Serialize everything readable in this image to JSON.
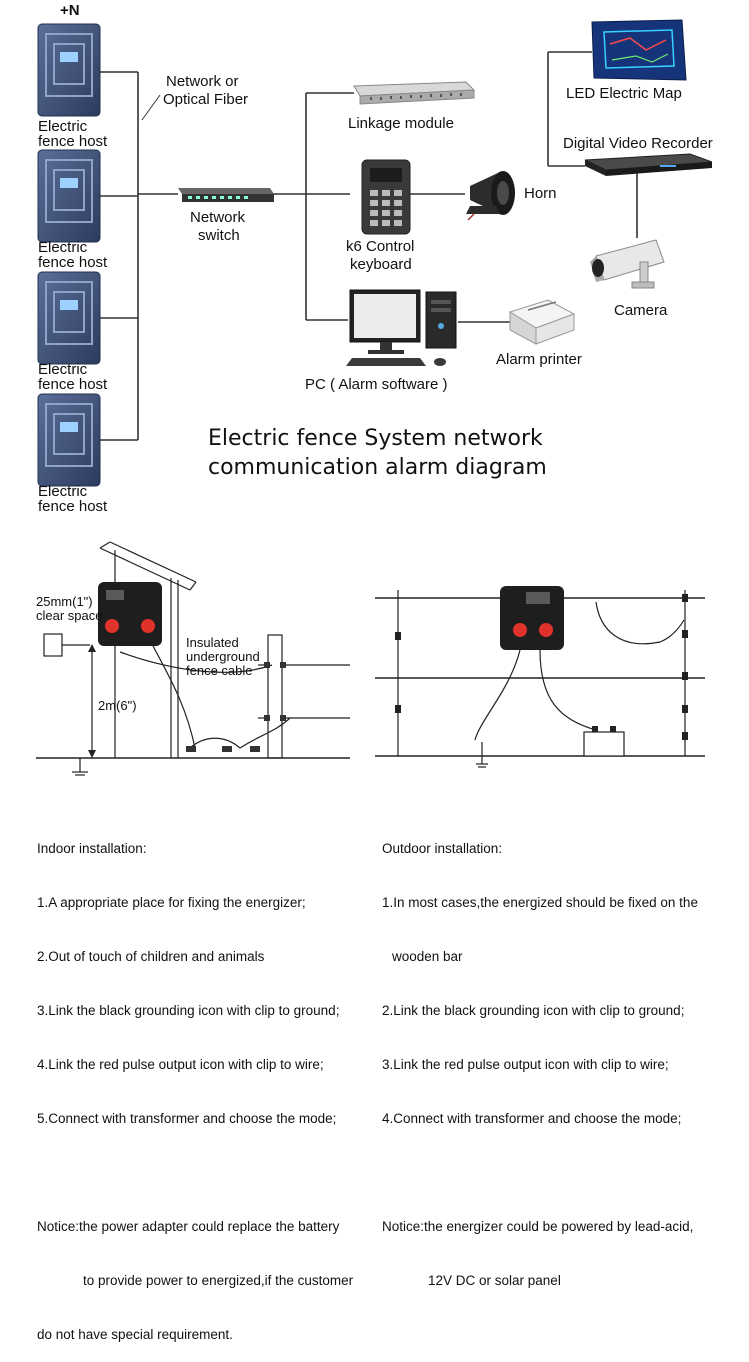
{
  "diagram": {
    "top_label": "+N",
    "hosts": [
      {
        "line1": "Electric",
        "line2": "fence host"
      },
      {
        "line1": "Electric",
        "line2": "fence host"
      },
      {
        "line1": "Electric",
        "line2": "fence host"
      },
      {
        "line1": "Electric",
        "line2": "fence host"
      }
    ],
    "fiber_label": {
      "line1": "Network or",
      "line2": "Optical Fiber"
    },
    "switch_label": {
      "line1": "Network",
      "line2": "switch"
    },
    "linkage_label": "Linkage module",
    "keyboard_label": {
      "line1": "k6 Control",
      "line2": "keyboard"
    },
    "horn_label": "Horn",
    "pc_label": "PC ( Alarm software )",
    "printer_label": "Alarm printer",
    "map_label": "LED Electric Map",
    "dvr_label": "Digital Video Recorder",
    "camera_label": "Camera",
    "title": {
      "line1": "Electric fence System network",
      "line2": "communication alarm diagram"
    }
  },
  "install": {
    "clear_space": {
      "line1": "25mm(1\")",
      "line2": "clear space"
    },
    "height": "2m(6\")",
    "cable": {
      "line1": "Insulated",
      "line2": "underground",
      "line3": "fence cable"
    }
  },
  "indoor": {
    "heading": "Indoor installation:",
    "items": [
      "1.A appropriate place for fixing the energizer;",
      "2.Out of touch of children and animals",
      "3.Link the black grounding icon with clip to ground;",
      "4.Link the red pulse output icon with clip to wire;",
      "5.Connect with transformer and choose the mode;"
    ],
    "notice": [
      "Notice:the power adapter could replace the battery",
      "to provide power to energized,if the customer",
      "do not have special requirement."
    ]
  },
  "outdoor": {
    "heading": "Outdoor installation:",
    "items": [
      "1.In most cases,the energized should be fixed on the",
      "wooden bar",
      "2.Link the black grounding icon with clip to ground;",
      "3.Link the red pulse output icon with clip to wire;",
      "4.Connect with transformer and choose the mode;"
    ],
    "notice": [
      "Notice:the energizer could be powered by lead-acid,",
      "12V DC or solar panel"
    ]
  }
}
